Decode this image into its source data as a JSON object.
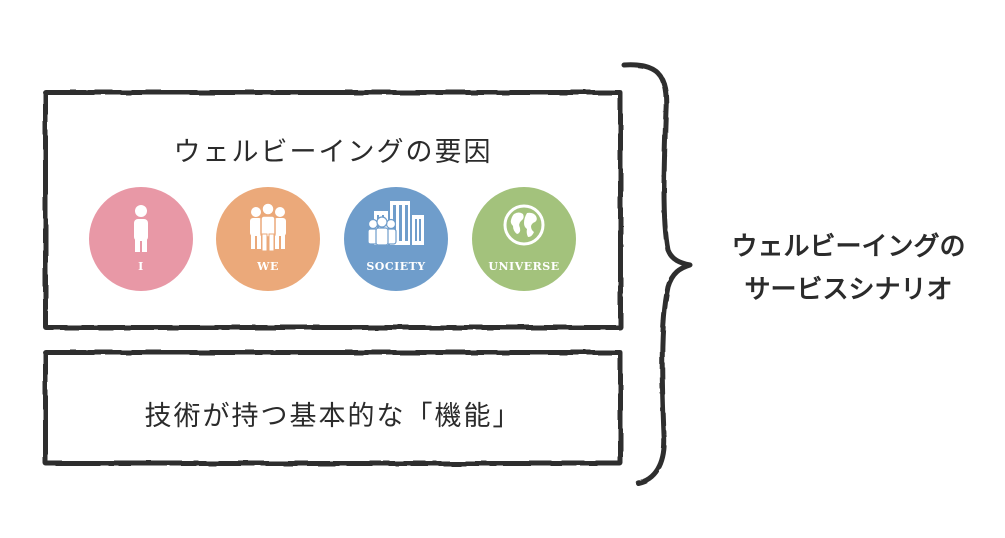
{
  "factors_box": {
    "title": "ウェルビーイングの要因",
    "factors": [
      {
        "label": "I",
        "color": "#e898a6",
        "icon": "person-icon"
      },
      {
        "label": "WE",
        "color": "#eba97a",
        "icon": "group-icon"
      },
      {
        "label": "SOCIETY",
        "color": "#6f9dcb",
        "icon": "city-people-icon"
      },
      {
        "label": "UNIVERSE",
        "color": "#a3c27c",
        "icon": "globe-icon"
      }
    ]
  },
  "function_box": {
    "title": "技術が持つ基本的な「機能」"
  },
  "scenario": {
    "line1": "ウェルビーイングの",
    "line2": "サービスシナリオ"
  }
}
